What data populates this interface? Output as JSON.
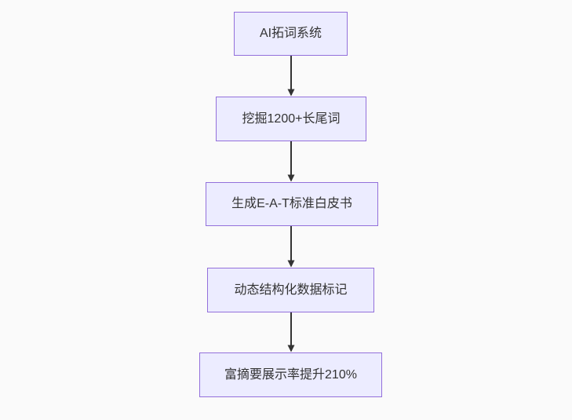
{
  "flowchart": {
    "type": "flowchart",
    "direction": "top-down",
    "nodes": [
      {
        "id": "A",
        "label": "AI拓词系统"
      },
      {
        "id": "B",
        "label": "挖掘1200+长尾词"
      },
      {
        "id": "C",
        "label": "生成E-A-T标准白皮书"
      },
      {
        "id": "D",
        "label": "动态结构化数据标记"
      },
      {
        "id": "E",
        "label": "富摘要展示率提升210%"
      }
    ],
    "edges": [
      {
        "from": "A",
        "to": "B",
        "arrow": true
      },
      {
        "from": "B",
        "to": "C",
        "arrow": true
      },
      {
        "from": "C",
        "to": "D",
        "arrow": true
      },
      {
        "from": "D",
        "to": "E",
        "arrow": true
      }
    ],
    "colors": {
      "node_fill": "#ECECFF",
      "node_border": "#9370DB",
      "arrow": "#333333",
      "text": "#333333",
      "background": "#fafafa"
    }
  }
}
